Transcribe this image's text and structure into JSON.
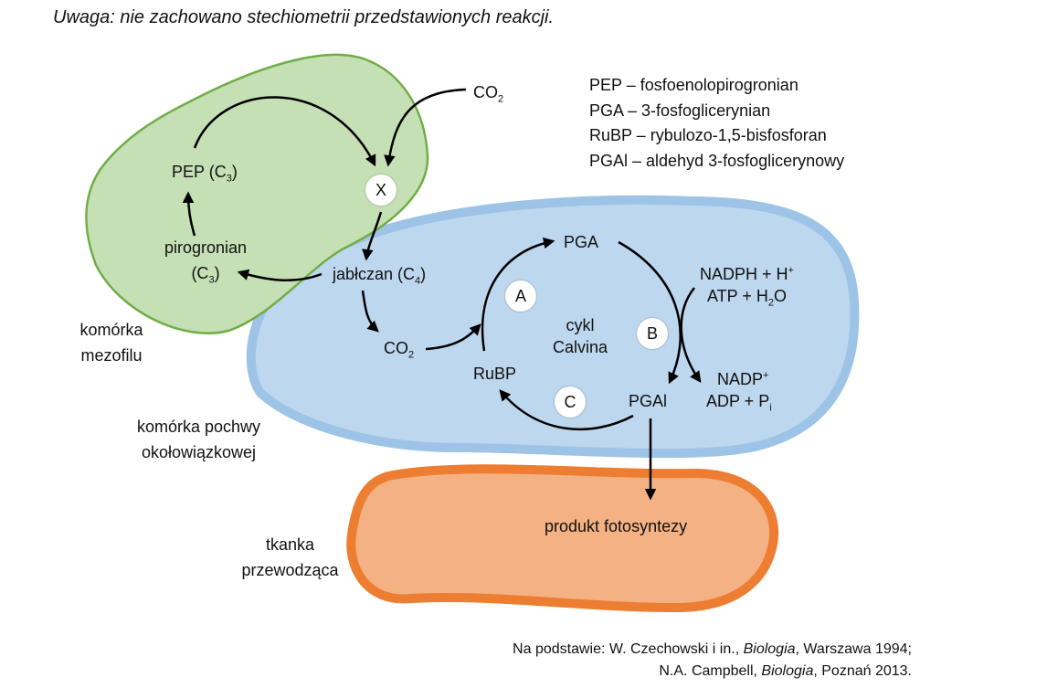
{
  "note": "Uwaga: nie zachowano stechiometrii przedstawionych reakcji.",
  "legend": [
    "PEP – fosfoenolopirogronian",
    "PGA – 3-fosfoglicerynian",
    "RuBP – rybulozo-1,5-bisfosforan",
    "PGAl – aldehyd 3-fosfoglicerynowy"
  ],
  "cells": {
    "mesophyll": {
      "line1": "komórka",
      "line2": "mezofilu"
    },
    "bundle_sheath": {
      "line1": "komórka pochwy",
      "line2": "okołowiązkowej"
    },
    "vascular": {
      "line1": "tkanka",
      "line2": "przewodząca"
    }
  },
  "nodes": {
    "co2_top": {
      "base": "CO",
      "sub": "2"
    },
    "pep": {
      "base": "PEP (C",
      "sub": "3",
      "tail": ")"
    },
    "x": "X",
    "pirogronian": {
      "line1": "pirogronian",
      "base": "(C",
      "sub": "3",
      "tail": ")"
    },
    "jablczan": {
      "base": "jabłczan (C",
      "sub": "4",
      "tail": ")"
    },
    "co2_inner": {
      "base": "CO",
      "sub": "2"
    },
    "pga": "PGA",
    "rubp": "RuBP",
    "pgal": "PGAl",
    "cycle_label": {
      "line1": "cykl",
      "line2": "Calvina"
    },
    "nadph": {
      "base": "NADPH + H",
      "sup": "+"
    },
    "atp": {
      "base": "ATP + H",
      "sub": "2",
      "tail": "O"
    },
    "nadp": {
      "base": "NADP",
      "sup": "+"
    },
    "adp": {
      "base": "ADP + P",
      "sub": "i"
    },
    "product": "produkt fotosyntezy",
    "a": "A",
    "b": "B",
    "c": "C"
  },
  "source": {
    "line1_pre": "Na podstawie: W. Czechowski i in., ",
    "line1_italic": "Biologia",
    "line1_post": ", Warszawa 1994;",
    "line2_pre": "N.A. Campbell, ",
    "line2_italic": "Biologia",
    "line2_post": ", Poznań 2013."
  },
  "colors": {
    "mesophyll_fill": "#c5e0b4",
    "mesophyll_stroke": "#70ad47",
    "sheath_fill": "#bdd7ee",
    "sheath_stroke": "#9dc3e6",
    "vascular_fill": "#f4b183",
    "vascular_stroke": "#ed7d31"
  }
}
